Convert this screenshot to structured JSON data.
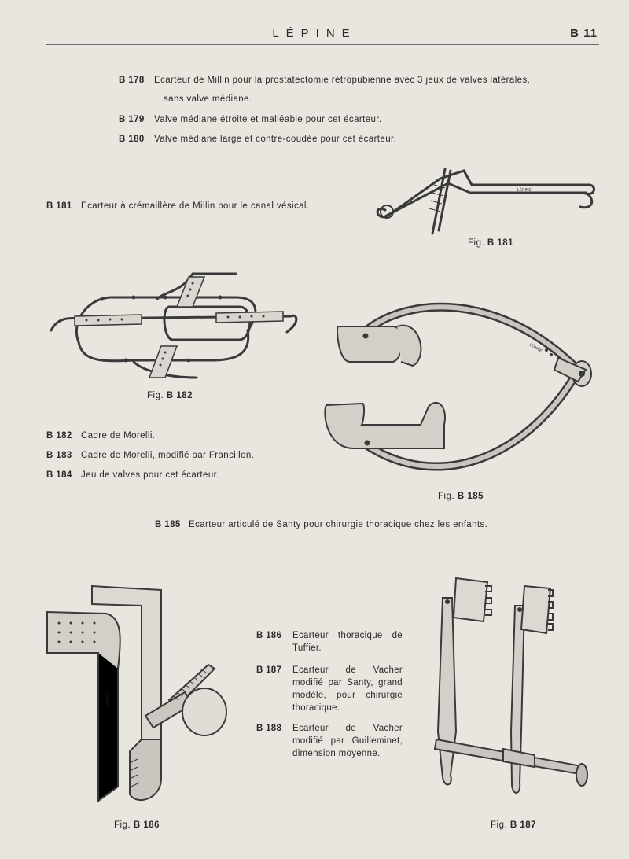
{
  "header": {
    "brand": "LÉPINE",
    "page": "B 11"
  },
  "entries": {
    "b178": {
      "code": "B 178",
      "text": "Ecarteur de Millin pour la prostatectomie rétropubienne avec 3 jeux de valves latérales,",
      "cont": "sans valve médiane."
    },
    "b179": {
      "code": "B 179",
      "text": "Valve médiane étroite et malléable pour cet écarteur."
    },
    "b180": {
      "code": "B 180",
      "text": "Valve médiane large et contre-coudée pour cet écarteur."
    },
    "b181": {
      "code": "B 181",
      "text": "Ecarteur à crémaillère de Millin pour le canal vésical."
    },
    "b182": {
      "code": "B 182",
      "text": "Cadre de Morelli."
    },
    "b183": {
      "code": "B 183",
      "text": "Cadre de Morelli, modifié par Francillon."
    },
    "b184": {
      "code": "B 184",
      "text": "Jeu de valves pour cet écarteur."
    },
    "b185": {
      "code": "B 185",
      "text": "Ecarteur articulé de Santy pour chirurgie thoracique chez les enfants."
    },
    "b186": {
      "code": "B 186",
      "text": "Ecarteur thoracique de Tuffier."
    },
    "b187": {
      "code": "B 187",
      "text": "Ecarteur de Vacher modifié par Santy, grand modèle, pour chirurgie thoracique."
    },
    "b188": {
      "code": "B 188",
      "text": "Ecarteur de Vacher modifié par Guilleminet, dimension moyenne."
    }
  },
  "figures": {
    "f181": {
      "prefix": "Fig.",
      "num": "B 181"
    },
    "f182": {
      "prefix": "Fig.",
      "num": "B 182"
    },
    "f185": {
      "prefix": "Fig.",
      "num": "B 185"
    },
    "f186": {
      "prefix": "Fig.",
      "num": "B 186"
    },
    "f187": {
      "prefix": "Fig.",
      "num": "B 187"
    }
  },
  "engravings": {
    "maker_mark": "LÉPINE"
  }
}
